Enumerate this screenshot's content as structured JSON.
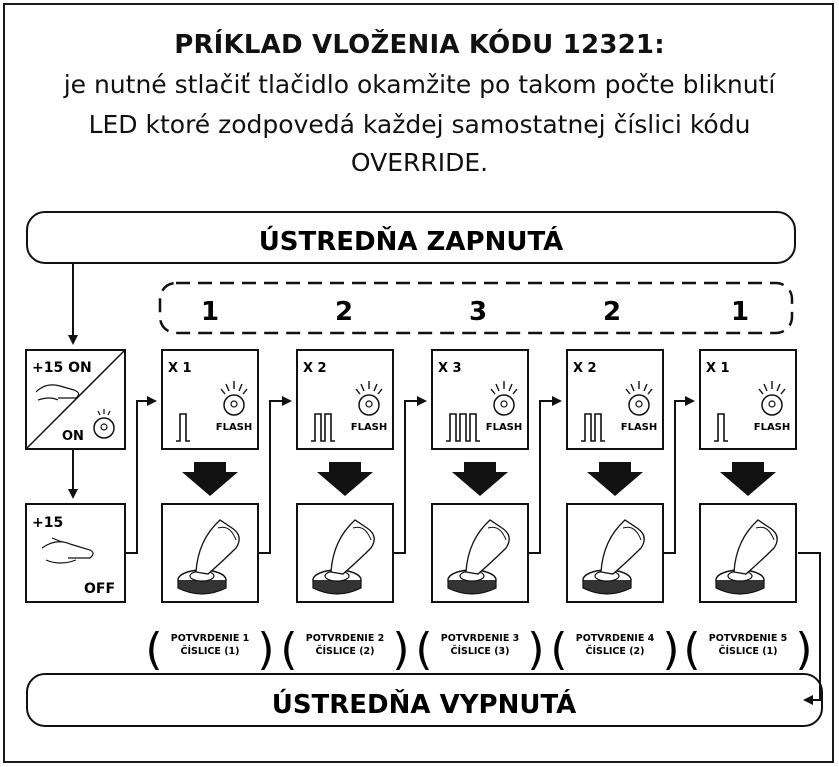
{
  "header": {
    "title": "PRÍKLAD VLOŽENIA KÓDU 12321:",
    "lines": [
      "je nutné stlačiť tlačidlo okamžite po takom počte bliknutí",
      "LED ktoré zodpovedá každej samostatnej číslici kódu",
      "OVERRIDE."
    ]
  },
  "top_box": "ÚSTREDŇA ZAPNUTÁ",
  "bottom_box": "ÚSTREDŇA VYPNUTÁ",
  "start_panel": {
    "top_label": "+15 ON",
    "bottom_label": "ON"
  },
  "off_panel": {
    "top_label": "+15",
    "bottom_label": "OFF"
  },
  "flash_label": "FLASH",
  "steps": [
    {
      "digit": "1",
      "count": "X 1",
      "confirm_line1": "POTVRDENIE 1",
      "confirm_line2": "ČÍSLICE (1)"
    },
    {
      "digit": "2",
      "count": "X 2",
      "confirm_line1": "POTVRDENIE 2",
      "confirm_line2": "ČÍSLICE (2)"
    },
    {
      "digit": "3",
      "count": "X 3",
      "confirm_line1": "POTVRDENIE 3",
      "confirm_line2": "ČÍSLICE (3)"
    },
    {
      "digit": "2",
      "count": "X 2",
      "confirm_line1": "POTVRDENIE 4",
      "confirm_line2": "ČÍSLICE (2)"
    },
    {
      "digit": "1",
      "count": "X 1",
      "confirm_line1": "POTVRDENIE 5",
      "confirm_line2": "ČÍSLICE (1)"
    }
  ],
  "icons": [
    "led-blink-icon",
    "flash-led-icon",
    "finger-press-icon",
    "hand-key-icon",
    "arrow-down-icon"
  ]
}
